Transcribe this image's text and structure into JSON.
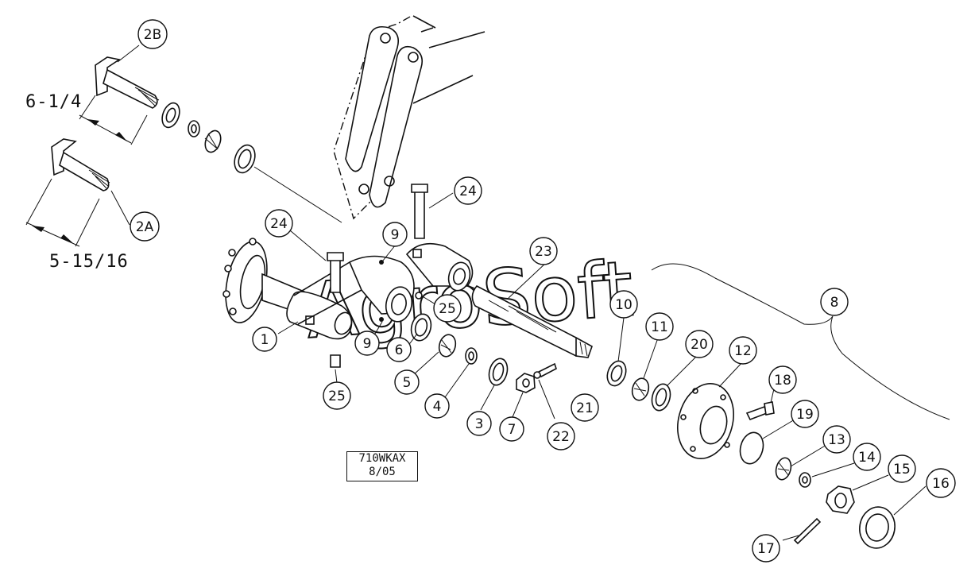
{
  "watermark": "AgroSoft",
  "dimensions": {
    "pin_2b_length": "6-1/4",
    "pin_2a_length": "5-15/16"
  },
  "drawing_code": {
    "line1": "710WKAX",
    "line2": "8/05"
  },
  "callouts": {
    "c2B": "2B",
    "c2A": "2A",
    "c24a": "24",
    "c24b": "24",
    "c9a": "9",
    "c9b": "9",
    "c1": "1",
    "c25a": "25",
    "c25b": "25",
    "c23": "23",
    "c6": "6",
    "c5": "5",
    "c4": "4",
    "c3": "3",
    "c7": "7",
    "c22": "22",
    "c21": "21",
    "c10": "10",
    "c11": "11",
    "c20": "20",
    "c12": "12",
    "c18": "18",
    "c19": "19",
    "c13": "13",
    "c14": "14",
    "c15": "15",
    "c16": "16",
    "c17": "17",
    "c8": "8"
  }
}
